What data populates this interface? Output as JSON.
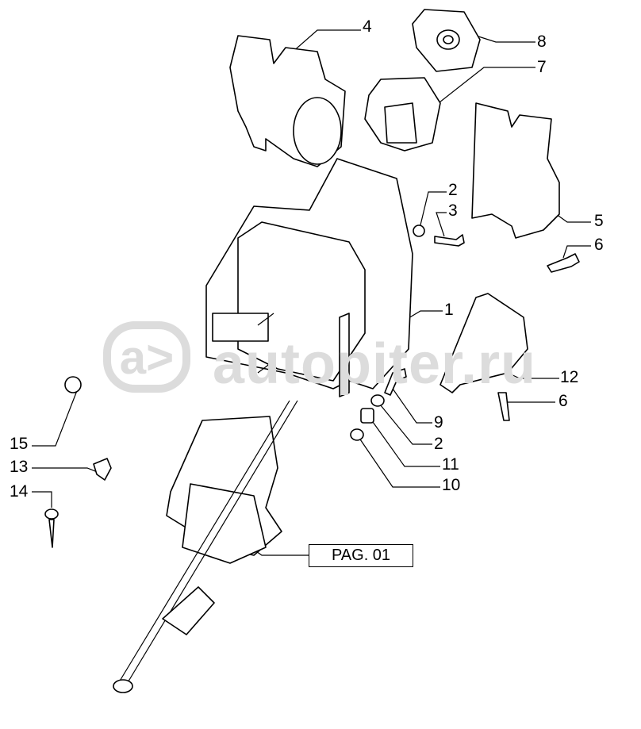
{
  "watermark": {
    "logo": "a>",
    "text": "autopiter.ru"
  },
  "callouts": [
    {
      "id": "4",
      "label": "4"
    },
    {
      "id": "8",
      "label": "8"
    },
    {
      "id": "7",
      "label": "7"
    },
    {
      "id": "2a",
      "label": "2"
    },
    {
      "id": "3",
      "label": "3"
    },
    {
      "id": "5",
      "label": "5"
    },
    {
      "id": "6a",
      "label": "6"
    },
    {
      "id": "1",
      "label": "1"
    },
    {
      "id": "12",
      "label": "12"
    },
    {
      "id": "6b",
      "label": "6"
    },
    {
      "id": "9",
      "label": "9"
    },
    {
      "id": "2b",
      "label": "2"
    },
    {
      "id": "11",
      "label": "11"
    },
    {
      "id": "10",
      "label": "10"
    },
    {
      "id": "15",
      "label": "15"
    },
    {
      "id": "13",
      "label": "13"
    },
    {
      "id": "14",
      "label": "14"
    }
  ],
  "reference": {
    "label": "PAG. 01"
  }
}
